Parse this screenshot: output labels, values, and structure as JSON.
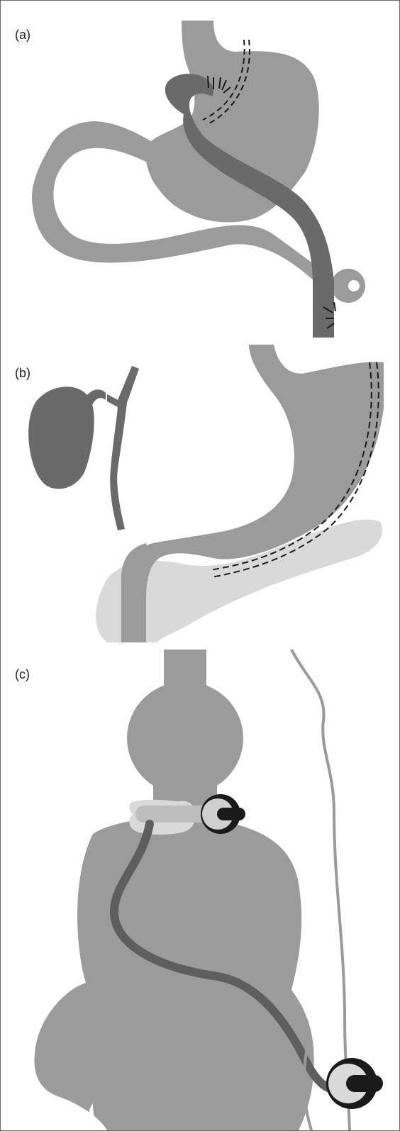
{
  "panels": [
    {
      "label": "(a)"
    },
    {
      "label": "(b)"
    },
    {
      "label": "(c)"
    }
  ],
  "colors": {
    "organ": "#9b9b9b",
    "dark_organ": "#6a6a6a",
    "limb": "#5e5e5e",
    "light": "#cfcfcf",
    "lighter": "#d9d9d9",
    "device": "#1a1a1a",
    "wire": "#9a9a9a",
    "border": "#6b6b6b"
  }
}
